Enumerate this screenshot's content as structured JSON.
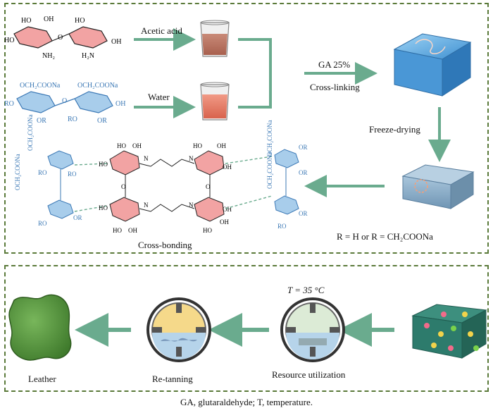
{
  "top": {
    "step1_label": "Acetic acid",
    "step2_label": "Water",
    "crosslink_label_1": "GA 25%",
    "crosslink_label_2": "Cross-linking",
    "freeze_label": "Freeze-drying",
    "crossbond_label": "Cross-bonding",
    "r_definition": "R = H or R = CH₂COONa",
    "chitosan_groups": [
      "HO",
      "OH",
      "HO",
      "NH₂",
      "H₂N",
      "OH",
      "O"
    ],
    "cmc_groups": [
      "OCH₂COONa",
      "OCH₂COONa",
      "RO",
      "OR",
      "RO",
      "OR",
      "OH",
      "O"
    ]
  },
  "bottom": {
    "temperature_label": "T = 35 °C",
    "resource_label": "Resource utilization",
    "retanning_label": "Re-tanning",
    "leather_label": "Leather"
  },
  "caption": "GA, glutaraldehyde; T, temperature.",
  "colors": {
    "panel_border": "#5b7a3a",
    "arrow": "#6aab8e",
    "sugar_fill": "#f2a3a3",
    "cmc_blue": "#3b78b5",
    "leather_green": "#4f8f3a",
    "drum_top": "#f5d98a",
    "drum_bottom": "#b6d4ea"
  }
}
